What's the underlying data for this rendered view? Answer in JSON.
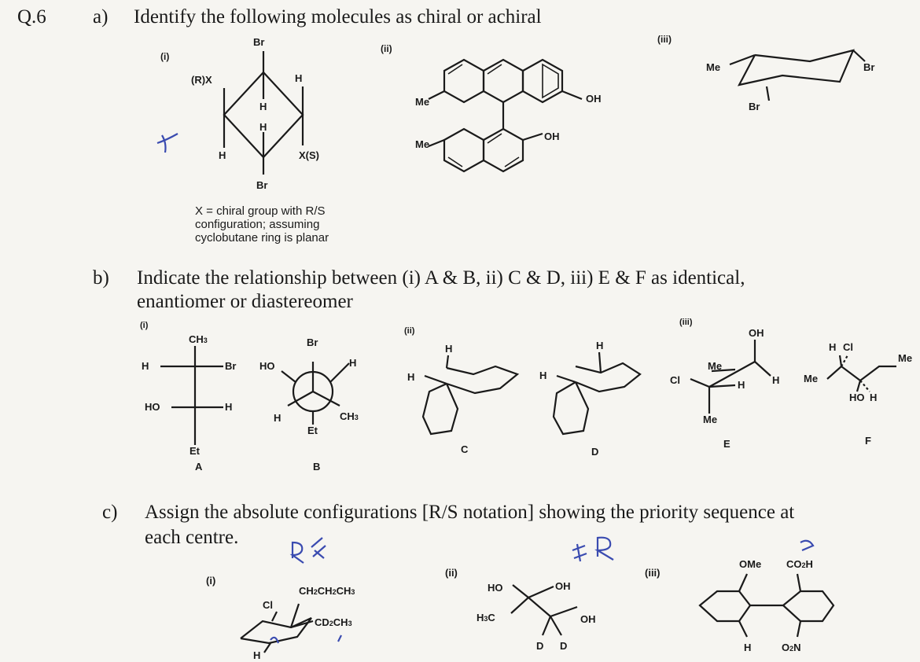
{
  "question": {
    "number": "Q.6",
    "part_a": {
      "label": "a)",
      "text": "Identify the following molecules as chiral or achiral",
      "items": [
        "(i)",
        "(ii)",
        "(iii)"
      ],
      "note": [
        "X = chiral group with R/S",
        "configuration; assuming",
        "cyclobutane ring is planar"
      ]
    },
    "part_b": {
      "label": "b)",
      "text_line1": "Indicate the relationship between (i) A & B, ii) C & D, iii) E & F as identical,",
      "text_line2": "enantiomer or diastereomer",
      "items": [
        "(i)",
        "(ii)",
        "(iii)"
      ],
      "compounds": [
        "A",
        "B",
        "C",
        "D",
        "E",
        "F"
      ]
    },
    "part_c": {
      "label": "c)",
      "text_line1": "Assign the absolute configurations [R/S notation] showing the priority sequence at",
      "text_line2": "each centre.",
      "items": [
        "(i)",
        "(ii)",
        "(iii)"
      ]
    }
  }
}
